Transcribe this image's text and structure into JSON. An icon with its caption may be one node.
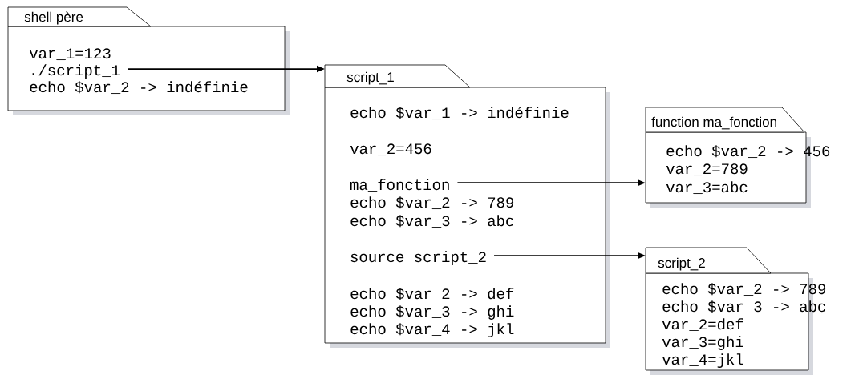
{
  "diagram": {
    "nodes": [
      {
        "text": [
          "shell père",
          "var_1=123",
          "echo $var_2 -> indéfinie"
        ]
      },
      {
        "text": [
          "./script_1"
        ],
        "in": 0
      },
      {
        "text": [
          "script_1",
          "echo $var_1 -> indéfinie",
          "var_2=456",
          "echo $var_2 -> 789",
          "echo $var_3 -> abc",
          "echo $var_2 -> def",
          "echo $var_3 -> ghi",
          "echo $var_4 -> jkl"
        ]
      },
      {
        "text": [
          "ma_fonction"
        ],
        "in": 2
      },
      {
        "text": [
          "source script_2"
        ],
        "in": 2
      },
      {
        "text": [
          "function ma_fonction",
          "echo $var_2 -> 456",
          "var_2=789",
          "var_3=abc"
        ]
      },
      {
        "text": [
          "script_2",
          "echo $var_2 -> 789",
          "echo $var_3 -> abc",
          "var_2=def",
          "var_3=ghi",
          "var_4=jkl"
        ]
      }
    ],
    "edges": [
      {
        "from": 1,
        "to": 2,
        "arrow": "to"
      },
      {
        "from": 3,
        "to": 5,
        "arrow": "to"
      },
      {
        "from": 4,
        "to": 6,
        "arrow": "to"
      }
    ]
  }
}
